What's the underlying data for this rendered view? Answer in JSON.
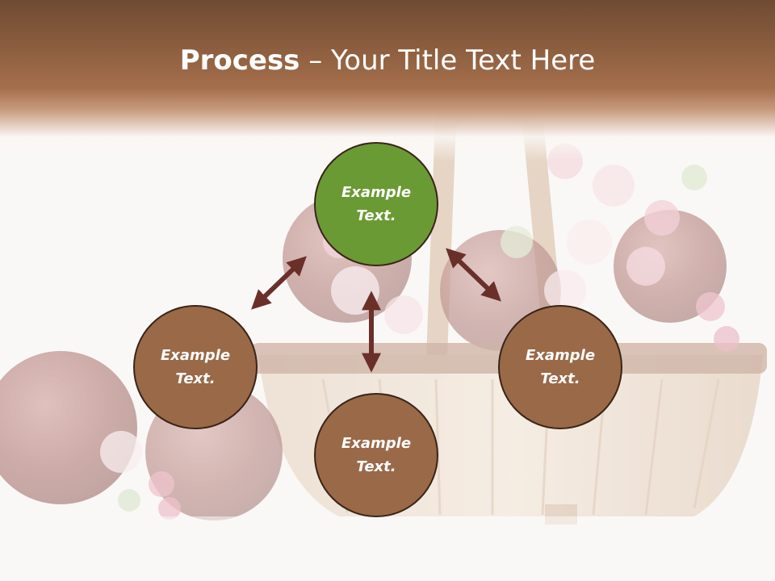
{
  "slide": {
    "title_bold": "Process",
    "title_rest": " – Your Title Text Here"
  },
  "diagram": {
    "center": {
      "line1": "Example",
      "line2": "Text."
    },
    "left": {
      "line1": "Example",
      "line2": "Text."
    },
    "right": {
      "line1": "Example",
      "line2": "Text."
    },
    "bottom": {
      "line1": "Example",
      "line2": "Text."
    }
  },
  "colors": {
    "header": "#8c5e3f",
    "center_circle": "#6a9a33",
    "satellite_circle": "#996948",
    "arrow": "#6b2f2a"
  }
}
